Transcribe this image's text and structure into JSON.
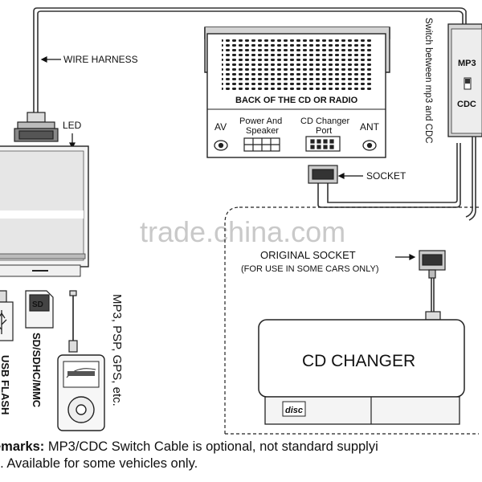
{
  "labels": {
    "wire_harness": "WIRE HARNESS",
    "led": "LED",
    "back_of_radio": "BACK OF THE CD OR RADIO",
    "av": "AV",
    "power_speaker_1": "Power And",
    "power_speaker_2": "Speaker",
    "cd_changer_port_1": "CD Changer",
    "cd_changer_port_2": "Port",
    "ant": "ANT",
    "socket": "SOCKET",
    "switch_text": "Switch between mp3 and CDC",
    "switch_mp3": "MP3",
    "switch_cdc": "CDC",
    "original_socket": "ORIGINAL SOCKET",
    "original_socket_note": "(FOR USE IN SOME CARS ONLY)",
    "cd_changer": "CD CHANGER",
    "disc_logo": "disc",
    "usb": "USB FLASH",
    "sd": "SD/SDHC/MMC",
    "mp3_list": "MP3, PSP, GPS, etc.",
    "watermark": "trade.china.com"
  },
  "remarks": {
    "label": "emarks:",
    "line1": "MP3/CDC Switch Cable is optional, not standard supplyi",
    "line2": "rt. Available for some vehicles only."
  }
}
